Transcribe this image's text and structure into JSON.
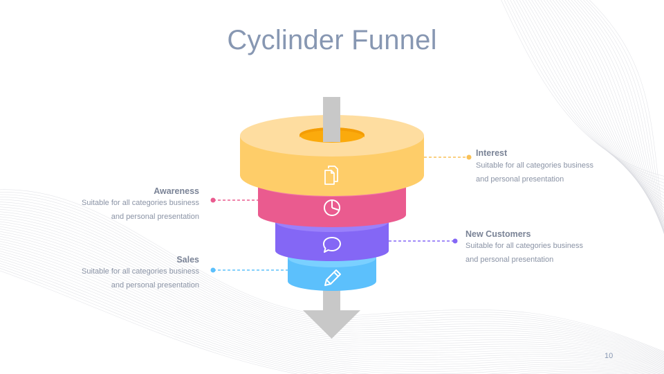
{
  "slide": {
    "title": "Cyclinder Funnel",
    "page_number": "10"
  },
  "colors": {
    "title": "#8797b2",
    "interest": "#fecf6e",
    "awareness": "#ee5f93",
    "new_customers": "#8b6ff6",
    "sales": "#68c6fd",
    "arrow": "#c8c8c8"
  },
  "stages": {
    "interest": {
      "label": "Interest",
      "line1": "Suitable for all categories business",
      "line2": "and personal presentation",
      "icon": "document-icon"
    },
    "awareness": {
      "label": "Awareness",
      "line1": "Suitable for all categories business",
      "line2": "and personal presentation",
      "icon": "pie-chart-icon"
    },
    "new_customers": {
      "label": "New Customers",
      "line1": "Suitable for all categories business",
      "line2": "and personal presentation",
      "icon": "speech-bubble-icon"
    },
    "sales": {
      "label": "Sales",
      "line1": "Suitable for all categories business",
      "line2": "and personal presentation",
      "icon": "pencil-icon"
    }
  }
}
